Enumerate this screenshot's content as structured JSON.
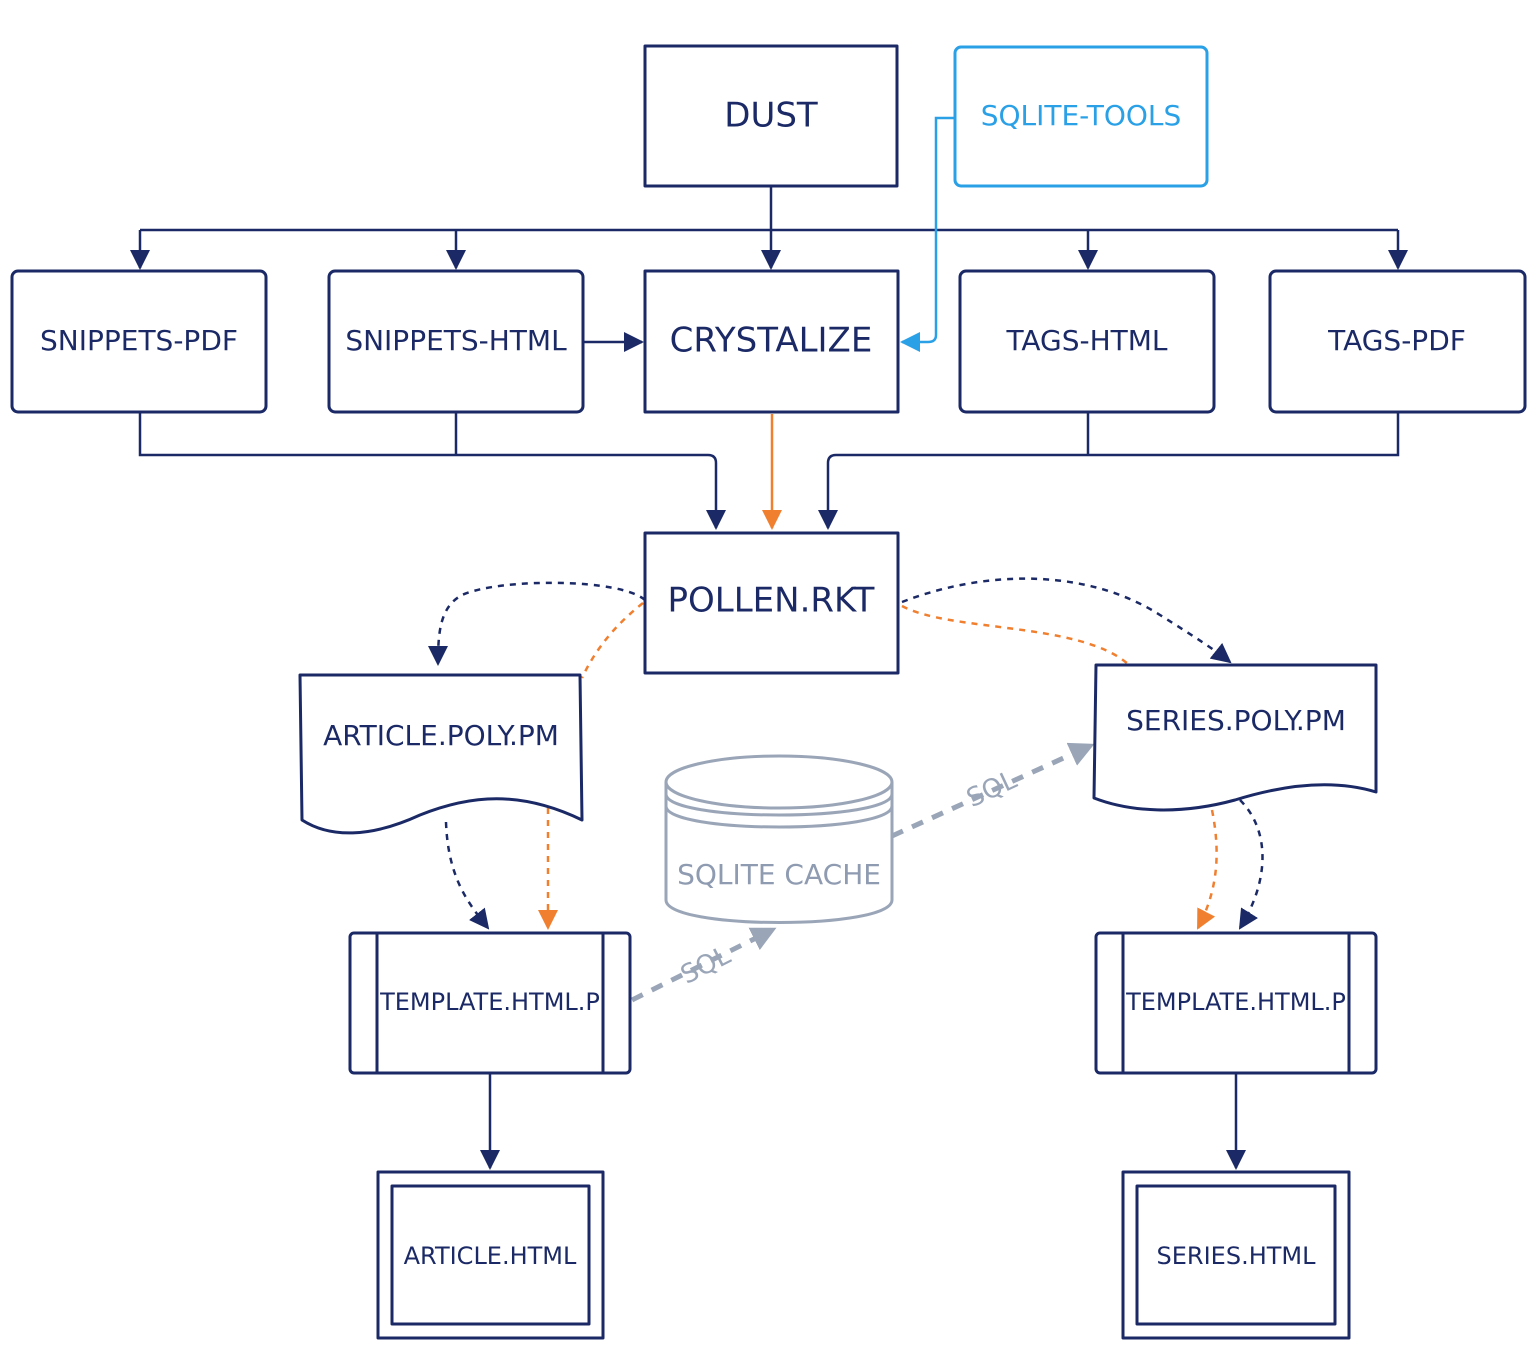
{
  "nodes": {
    "dust": "DUST",
    "sqlite_tools": "SQLITE-TOOLS",
    "snippets_pdf": "SNIPPETS-PDF",
    "snippets_html": "SNIPPETS-HTML",
    "crystalize": "CRYSTALIZE",
    "tags_html": "TAGS-HTML",
    "tags_pdf": "TAGS-PDF",
    "pollen_rkt": "POLLEN.RKT",
    "article_poly": "ARTICLE.POLY.PM",
    "series_poly": "SERIES.POLY.PM",
    "sqlite_cache": "SQLITE CACHE",
    "template_left": "TEMPLATE.HTML.P",
    "template_right": "TEMPLATE.HTML.P",
    "article_html": "ARTICLE.HTML",
    "series_html": "SERIES.HTML"
  },
  "edges": {
    "sql_left": "SQL",
    "sql_right": "SQL"
  },
  "colors": {
    "primary": "#1b2a66",
    "accent_blue": "#2aa0e6",
    "accent_orange": "#f08030",
    "muted_gray": "#9aa6b8"
  }
}
